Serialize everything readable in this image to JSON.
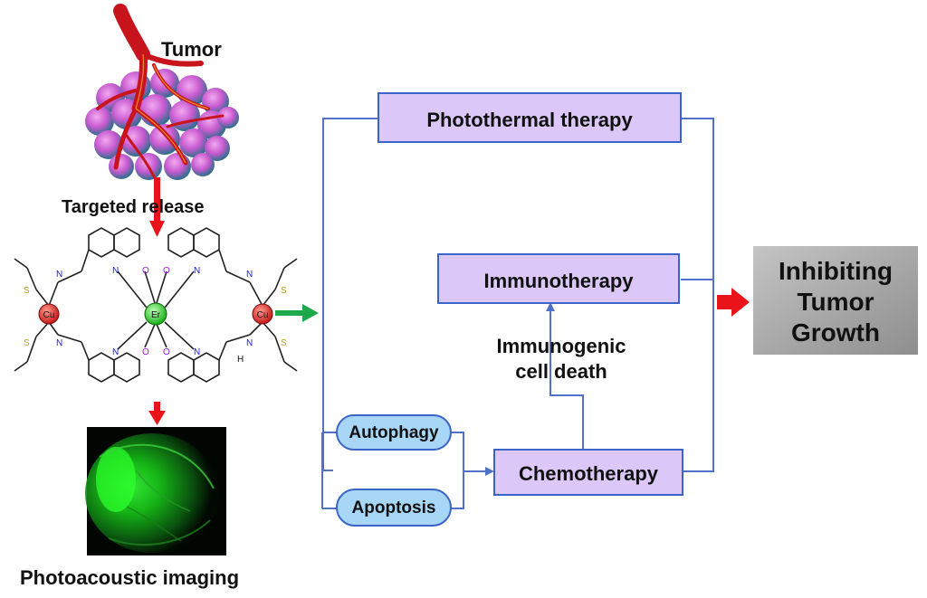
{
  "labels": {
    "tumor": "Tumor",
    "targeted_release": "Targeted release",
    "photoacoustic": "Photoacoustic imaging",
    "photothermal": "Photothermal therapy",
    "immunotherapy": "Immunotherapy",
    "immunogenic_line1": "Immunogenic",
    "immunogenic_line2": "cell death",
    "autophagy": "Autophagy",
    "apoptosis": "Apoptosis",
    "chemotherapy": "Chemotherapy",
    "result_line1": "Inhibiting",
    "result_line2": "Tumor",
    "result_line3": "Growth"
  },
  "molecule": {
    "center_metal": "Er",
    "side_metal": "Cu",
    "atoms": {
      "nitrogen": "N",
      "oxygen": "O",
      "sulfur": "S",
      "hydrogen_nitrogen": "H"
    }
  },
  "colors": {
    "box_fill": "#dcc8f8",
    "pill_fill": "#a8d6f6",
    "connector": "#4f72c8",
    "arrow_red": "#e8141a",
    "arrow_green": "#1fa84a",
    "result_box": "#a6a6a6"
  }
}
